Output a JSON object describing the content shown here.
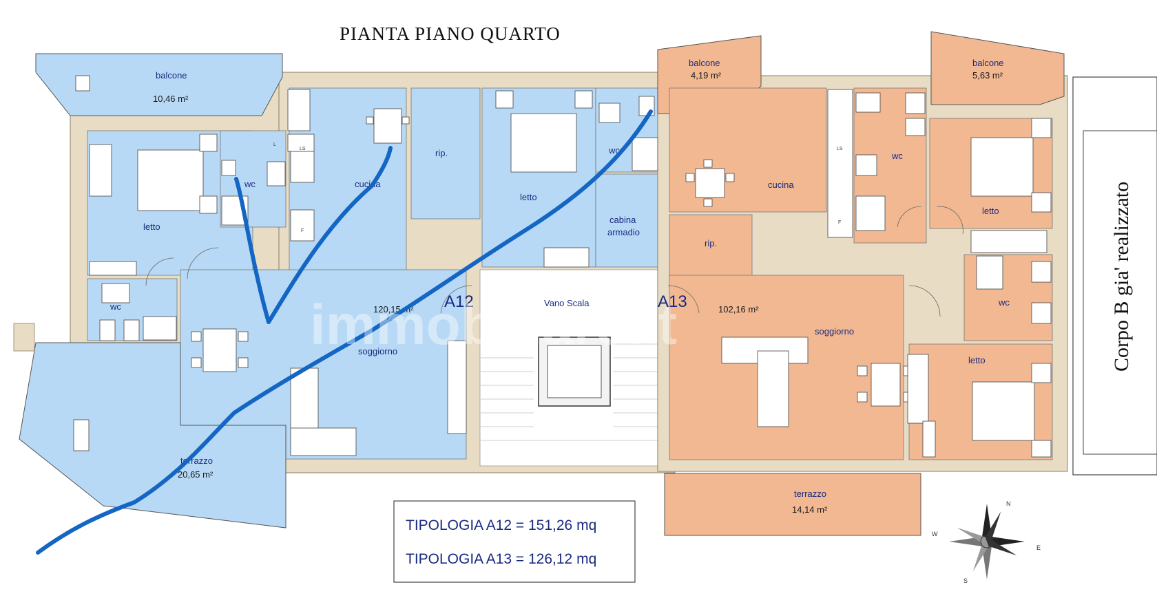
{
  "title": "PIANTA PIANO QUARTO",
  "side_note": "Corpo B gia' realizzato",
  "watermark": "immobiliare.it",
  "stair": {
    "label": "Vano Scala"
  },
  "units": {
    "a12": {
      "code": "A12",
      "total_area": "120,15 m²",
      "rooms": {
        "balcone_top": "balcone",
        "balcone_top_area": "10,46 m²",
        "letto_main": "letto",
        "wc_top": "wc",
        "cucina": "cucina",
        "rip": "rip.",
        "letto_second": "letto",
        "wc_second": "wc",
        "cabina": "cabina",
        "cabina2": "armadio",
        "wc_bottom": "wc",
        "soggiorno": "soggiorno",
        "terrazzo": "terrazzo",
        "terrazzo_area": "20,65 m²"
      }
    },
    "a13": {
      "code": "A13",
      "total_area": "102,16 m²",
      "rooms": {
        "balcone_left": "balcone",
        "balcone_left_area": "4,19 m²",
        "balcone_right": "balcone",
        "balcone_right_area": "5,63 m²",
        "cucina": "cucina",
        "wc_top": "wc",
        "letto_top": "letto",
        "rip": "rip.",
        "wc_mid": "wc",
        "soggiorno": "soggiorno",
        "letto_bottom": "letto",
        "terrazzo": "terrazzo",
        "terrazzo_area": "14,14 m²"
      }
    }
  },
  "fixtures": {
    "ls": "LS",
    "f": "F",
    "l": "L"
  },
  "legend": {
    "a12": "TIPOLOGIA  A12 = 151,26 mq",
    "a13": "TIPOLOGIA  A13 = 126,12 mq"
  },
  "compass": {
    "n": "N",
    "s": "S",
    "e": "E",
    "w": "W"
  },
  "colors": {
    "a12_fill": "#b8d9f5",
    "a13_fill": "#f2b891",
    "wall": "#e8dcc4",
    "annotation": "#1466c4"
  }
}
